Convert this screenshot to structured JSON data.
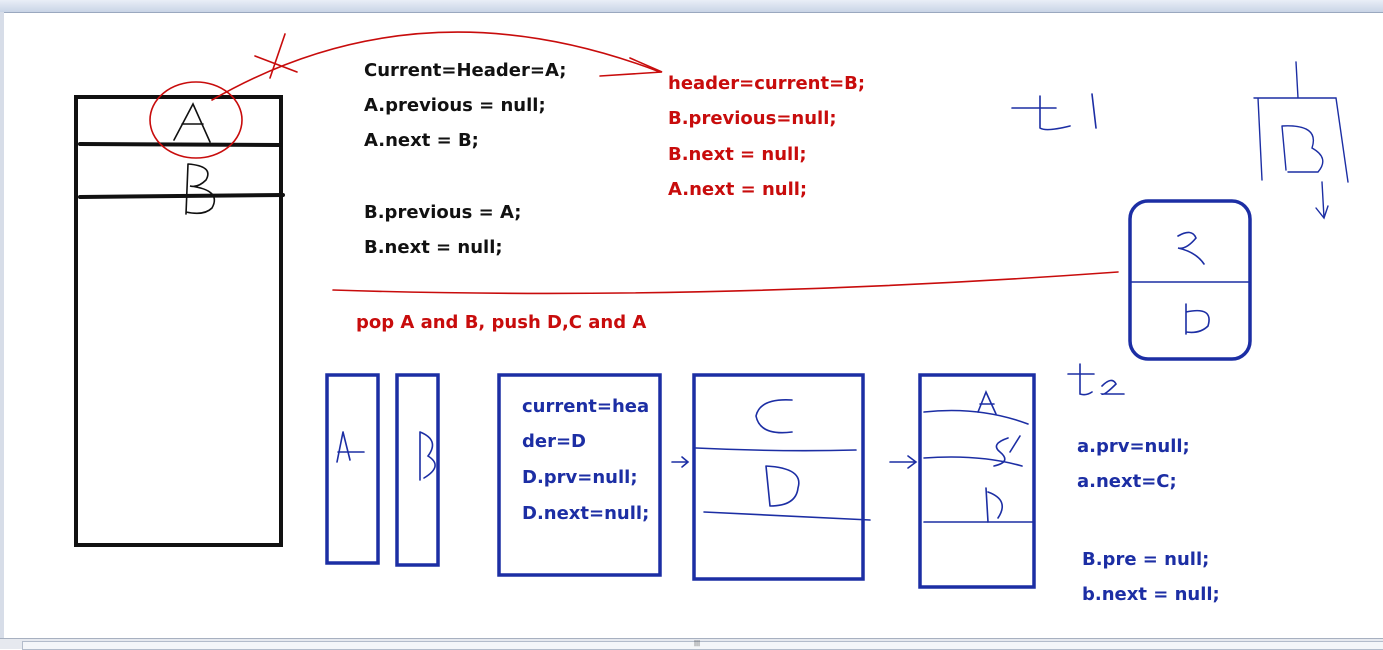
{
  "code_top_left": {
    "line1": "Current=Header=A;",
    "line2": "A.previous = null;",
    "line3": "A.next = B;",
    "line4": "B.previous = A;",
    "line5": "B.next = null;"
  },
  "code_top_right": {
    "line1": "header=current=B;",
    "line2": "B.previous=null;",
    "line3": "B.next = null;",
    "line4": "A.next = null;"
  },
  "caption": "pop A and B, push D,C and A",
  "box_code": {
    "line1": "current=hea",
    "line2": "der=D",
    "line3": "D.prv=null;",
    "line4": "D.next=null;"
  },
  "code_bottom_right": {
    "line1": "a.prv=null;",
    "line2": "a.next=C;",
    "line3": "B.pre = null;",
    "line4": "b.next = null;"
  },
  "handwritten": {
    "stack_a": "A",
    "stack_b": "B",
    "t1": "t1",
    "t2": "t2",
    "single_a": "A",
    "single_b": "B",
    "box2_c": "C",
    "box2_d": "D",
    "box3_a": "A",
    "box3_c": "C",
    "box3_b": "b",
    "right_c": "c",
    "right_b": "b",
    "far_b": "B"
  },
  "colors": {
    "black_ink": "#111111",
    "red_ink": "#c80c0c",
    "blue_ink": "#1c2ea4"
  }
}
